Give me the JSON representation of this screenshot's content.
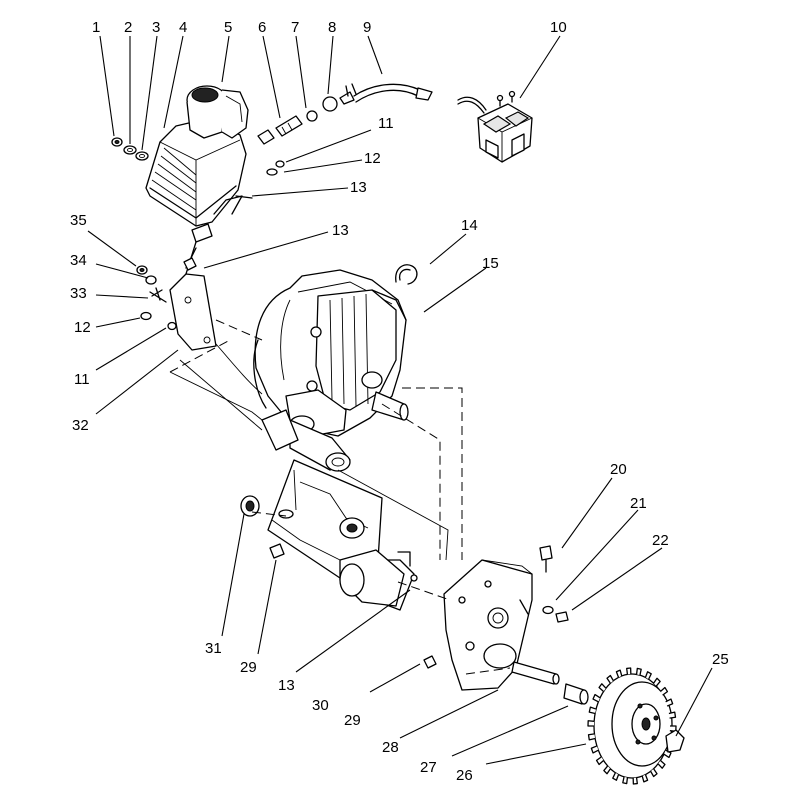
{
  "figure": {
    "background": "#ffffff",
    "line_color": "#000000"
  },
  "callouts": [
    {
      "id": "1",
      "label": "1"
    },
    {
      "id": "2",
      "label": "2"
    },
    {
      "id": "3",
      "label": "3"
    },
    {
      "id": "4",
      "label": "4"
    },
    {
      "id": "5",
      "label": "5"
    },
    {
      "id": "6",
      "label": "6"
    },
    {
      "id": "7",
      "label": "7"
    },
    {
      "id": "8",
      "label": "8"
    },
    {
      "id": "9",
      "label": "9"
    },
    {
      "id": "10",
      "label": "10"
    },
    {
      "id": "11a",
      "label": "11"
    },
    {
      "id": "12a",
      "label": "12"
    },
    {
      "id": "13a",
      "label": "13"
    },
    {
      "id": "35",
      "label": "35"
    },
    {
      "id": "13b",
      "label": "13"
    },
    {
      "id": "14",
      "label": "14"
    },
    {
      "id": "34",
      "label": "34"
    },
    {
      "id": "15",
      "label": "15"
    },
    {
      "id": "33",
      "label": "33"
    },
    {
      "id": "12b",
      "label": "12"
    },
    {
      "id": "11b",
      "label": "11"
    },
    {
      "id": "32",
      "label": "32"
    },
    {
      "id": "20",
      "label": "20"
    },
    {
      "id": "21",
      "label": "21"
    },
    {
      "id": "22",
      "label": "22"
    },
    {
      "id": "25",
      "label": "25"
    },
    {
      "id": "31",
      "label": "31"
    },
    {
      "id": "29a",
      "label": "29"
    },
    {
      "id": "13c",
      "label": "13"
    },
    {
      "id": "30",
      "label": "30"
    },
    {
      "id": "29b",
      "label": "29"
    },
    {
      "id": "28",
      "label": "28"
    },
    {
      "id": "27",
      "label": "27"
    },
    {
      "id": "26",
      "label": "26"
    }
  ]
}
